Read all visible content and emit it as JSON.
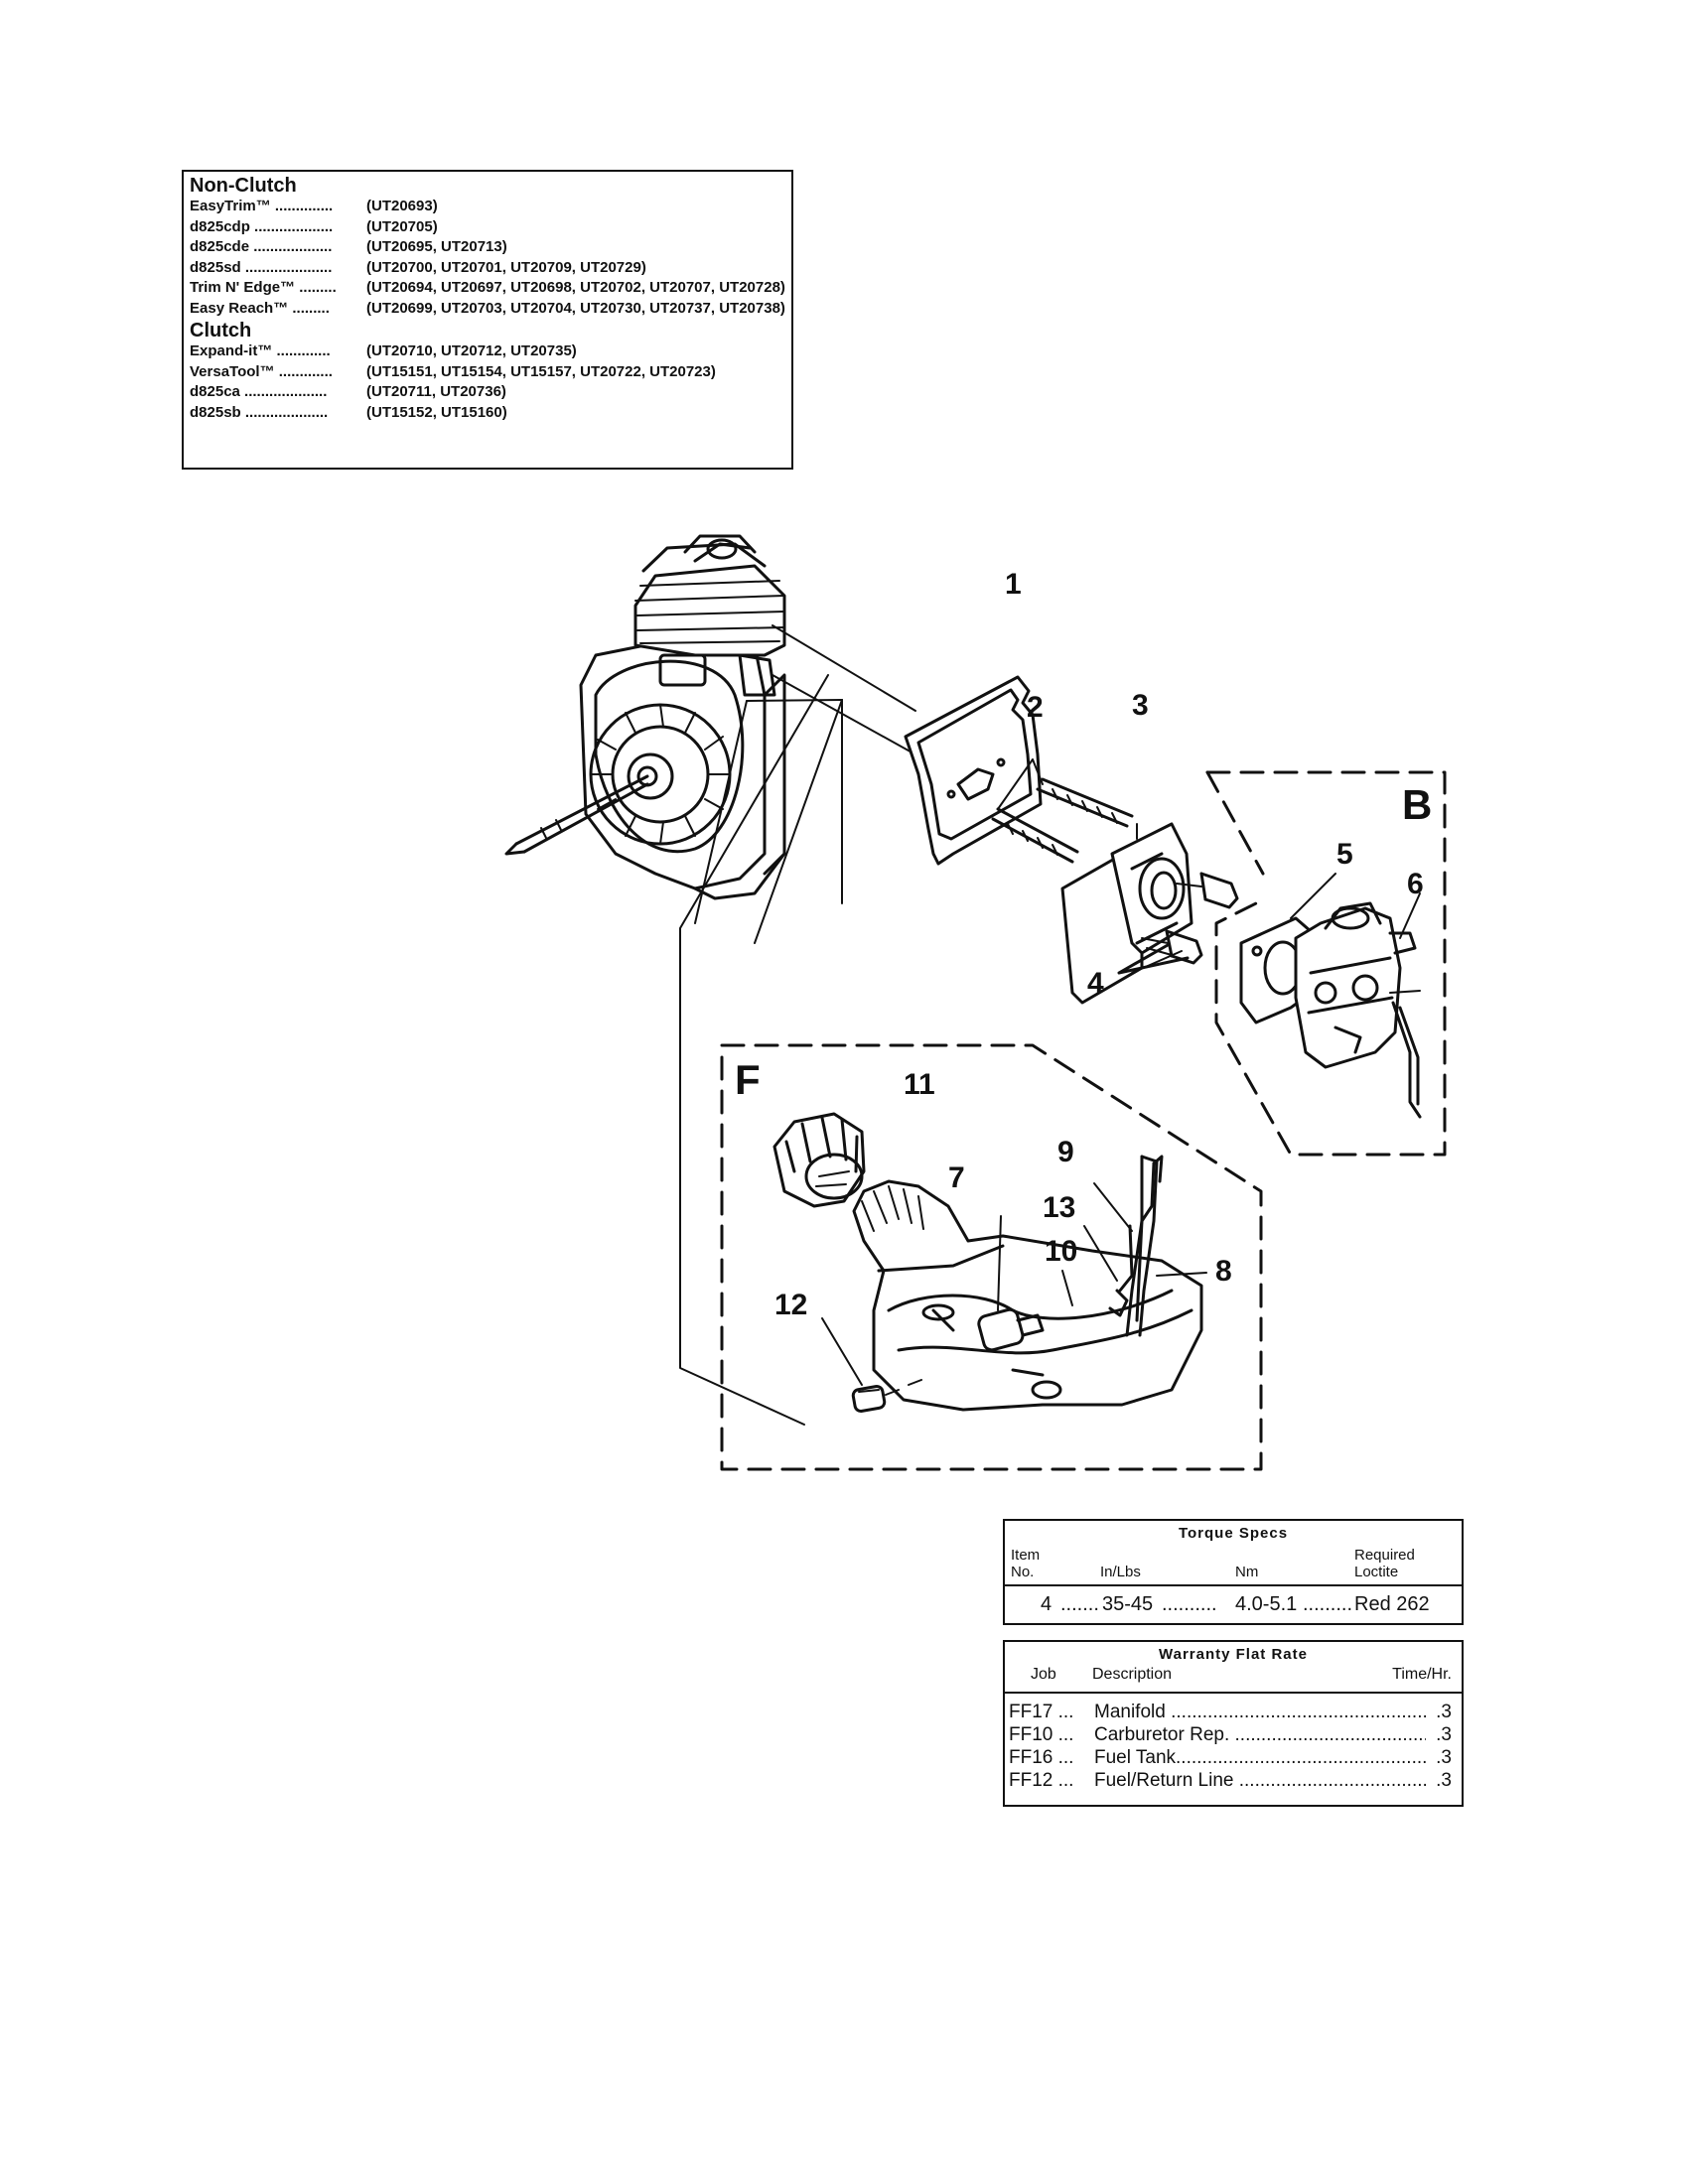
{
  "models": {
    "groups": [
      {
        "title": "Non-Clutch",
        "rows": [
          {
            "name": "EasyTrim™ ..............",
            "codes": "(UT20693)"
          },
          {
            "name": "d825cdp ...................",
            "codes": "(UT20705)"
          },
          {
            "name": "d825cde ...................",
            "codes": "(UT20695, UT20713)"
          },
          {
            "name": "d825sd .....................",
            "codes": "(UT20700, UT20701, UT20709, UT20729)"
          },
          {
            "name": "Trim N' Edge™ .........",
            "codes": "(UT20694, UT20697, UT20698, UT20702, UT20707, UT20728)"
          },
          {
            "name": "Easy Reach™ .........",
            "codes": "(UT20699, UT20703, UT20704, UT20730, UT20737, UT20738)"
          }
        ]
      },
      {
        "title": "Clutch",
        "rows": [
          {
            "name": "Expand-it™ .............",
            "codes": "(UT20710, UT20712, UT20735)"
          },
          {
            "name": "VersaTool™ .............",
            "codes": "(UT15151, UT15154, UT15157, UT20722, UT20723)"
          },
          {
            "name": "d825ca ....................",
            "codes": "(UT20711, UT20736)"
          },
          {
            "name": "d825sb ....................",
            "codes": "(UT15152, UT15160)"
          }
        ]
      }
    ]
  },
  "diagram": {
    "callouts": [
      "1",
      "2",
      "3",
      "4",
      "5",
      "6",
      "7",
      "8",
      "9",
      "10",
      "11",
      "12",
      "13"
    ],
    "sections": [
      "B",
      "F"
    ]
  },
  "torque_specs": {
    "title": "Torque Specs",
    "headers": {
      "item_1": "Item",
      "item_2": "No.",
      "inlbs": "In/Lbs",
      "nm": "Nm",
      "loctite_1": "Required",
      "loctite_2": "Loctite"
    },
    "row": {
      "item": "4",
      "inlbs": "35-45",
      "nm": "4.0-5.1",
      "loctite": "Red 262"
    }
  },
  "warranty": {
    "title": "Warranty Flat Rate",
    "headers": {
      "job": "Job",
      "description": "Description",
      "time": "Time/Hr."
    },
    "rows": [
      {
        "job": "FF17 ...",
        "description": "Manifold",
        "time": ".3"
      },
      {
        "job": "FF10 ...",
        "description": "Carburetor Rep.",
        "time": ".3"
      },
      {
        "job": "FF16 ...",
        "description": "Fuel Tank",
        "time": ".3"
      },
      {
        "job": "FF12 ...",
        "description": "Fuel/Return Line",
        "time": ".3"
      }
    ]
  }
}
